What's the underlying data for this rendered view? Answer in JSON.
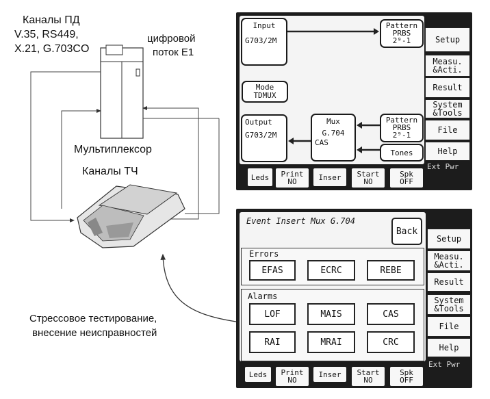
{
  "labels": {
    "pd_channels": [
      "Каналы ПД",
      "V.35, RS449,",
      "X.21, G.703CO"
    ],
    "digital_stream": [
      "цифровой",
      "поток Е1"
    ],
    "multiplexer": "Мультиплексор",
    "tch_channels": "Каналы ТЧ",
    "stress": [
      "Стрессовое тестирование,",
      "внесение неисправностей"
    ]
  },
  "screen1": {
    "input": {
      "title": "Input",
      "value": "G703/2M"
    },
    "pattern_top": {
      "title": "Pattern",
      "line1": "PRBS",
      "line2": "2⁹-1"
    },
    "mode": {
      "title": "Mode",
      "value": "TDMUX"
    },
    "output": {
      "title": "Output",
      "value": "G703/2M"
    },
    "mux": {
      "title": "Mux",
      "line1": "G.704",
      "line2": "CAS"
    },
    "pattern_bottom": {
      "title": "Pattern",
      "line1": "PRBS",
      "line2": "2⁹-1"
    },
    "tones": "Tones",
    "side": [
      "Setup",
      "Measu.\n&Acti.",
      "Result",
      "System\n&Tools",
      "File",
      "Help"
    ],
    "ext_pwr": "Ext Pwr",
    "bottom": [
      [
        "Leds",
        ""
      ],
      [
        "Print",
        "NO"
      ],
      [
        "Inser",
        ""
      ],
      [
        "Start",
        "NO"
      ],
      [
        "Spk",
        "OFF"
      ]
    ]
  },
  "screen2": {
    "title": "Event Insert Mux G.704",
    "back": "Back",
    "errors_title": "Errors",
    "errors": [
      "EFAS",
      "ECRC",
      "REBE"
    ],
    "alarms_title": "Alarms",
    "alarms_row1": [
      "LOF",
      "MAIS",
      "CAS"
    ],
    "alarms_row2": [
      "RAI",
      "MRAI",
      "CRC"
    ],
    "side": [
      "Setup",
      "Measu.\n&Acti.",
      "Result",
      "System\n&Tools",
      "File",
      "Help"
    ],
    "ext_pwr": "Ext Pwr",
    "bottom": [
      [
        "Leds",
        ""
      ],
      [
        "Print",
        "NO"
      ],
      [
        "Inser",
        ""
      ],
      [
        "Start",
        "NO"
      ],
      [
        "Spk",
        "OFF"
      ]
    ]
  }
}
